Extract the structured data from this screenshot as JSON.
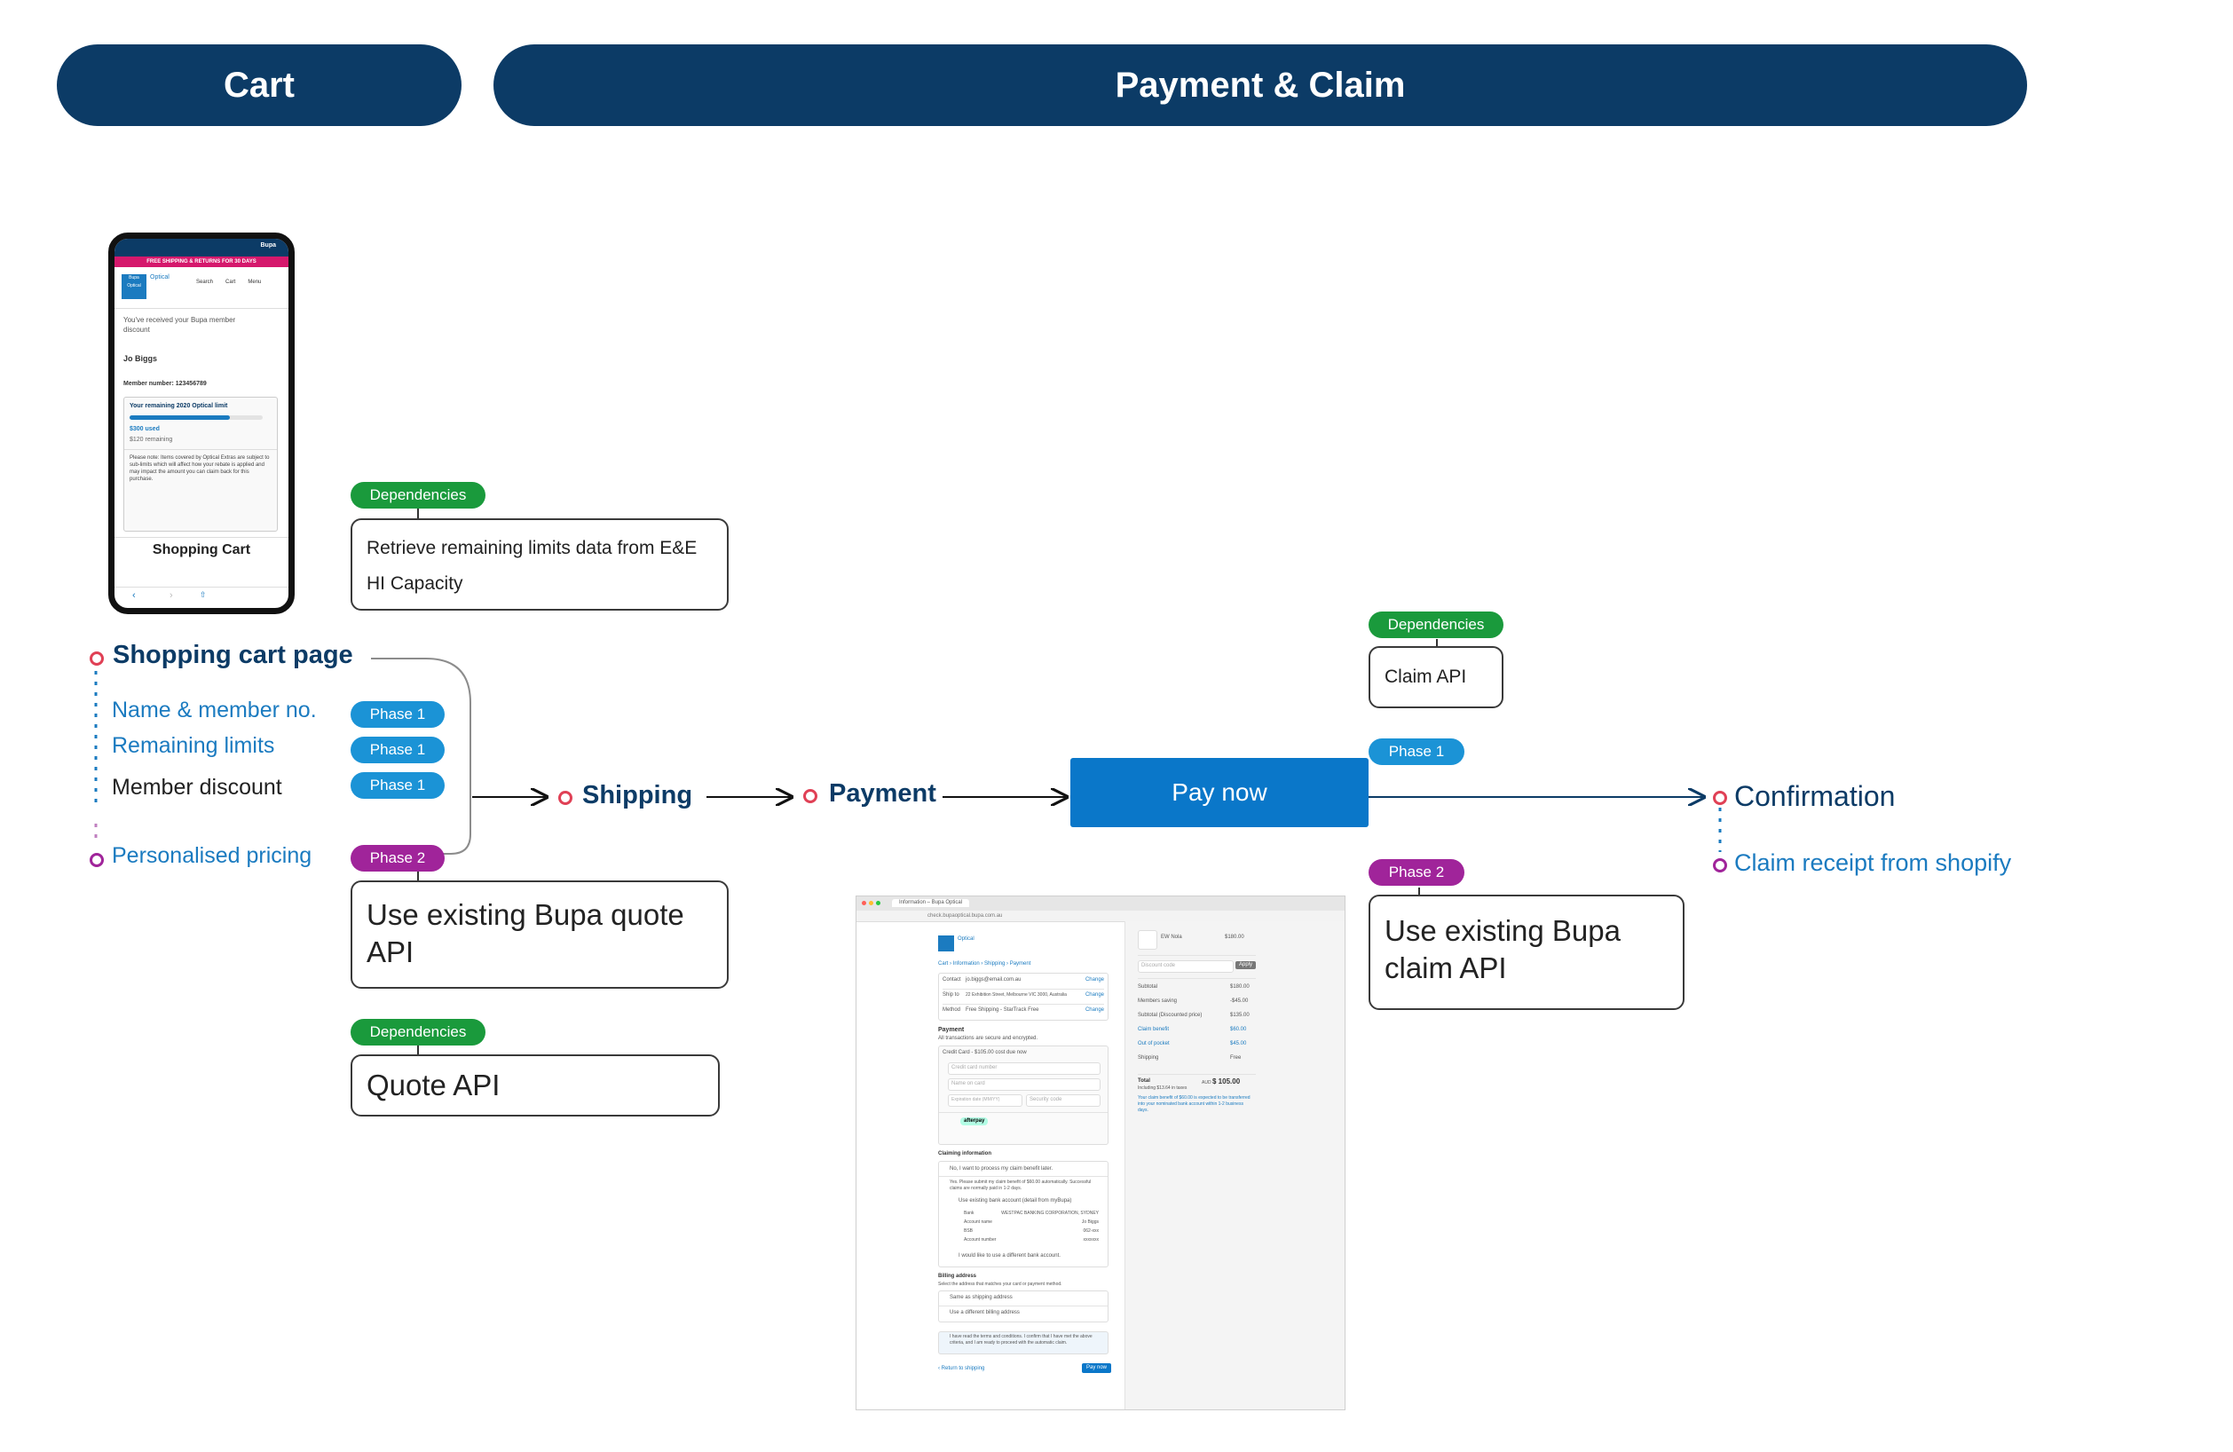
{
  "headers": {
    "cart": "Cart",
    "payment_claim": "Payment & Claim"
  },
  "phone": {
    "brand": "Bupa",
    "logo_text": "Bupa Optical",
    "optical": "Optical",
    "banner": "FREE SHIPPING & RETURNS FOR 30 DAYS",
    "nav": [
      "Search",
      "Cart",
      "Menu"
    ],
    "discount_msg": "You've received your Bupa member discount",
    "member_name": "Jo Biggs",
    "member_number": "Member number: 123456789",
    "limit_title": "Your remaining 2020 Optical limit",
    "used": "$300 used",
    "remaining": "$120 remaining",
    "limit_used_fraction": 0.75,
    "note": "Please note: Items covered by Optical Extras are subject to sub-limits which will affect how your rebate is applied and may impact the amount you can claim back for this purchase.",
    "caption": "Shopping Cart"
  },
  "cart_flow": {
    "title": "Shopping cart page",
    "items": [
      {
        "label": "Name & member no.",
        "phase": "Phase 1"
      },
      {
        "label": "Remaining limits",
        "phase": "Phase 1"
      },
      {
        "label": "Member discount",
        "phase": "Phase 1"
      },
      {
        "label": "Personalised pricing",
        "phase": "Phase 2"
      }
    ]
  },
  "dependencies_label": "Dependencies",
  "boxes": {
    "limits": "Retrieve remaining limits data from E&E HI Capacity",
    "quote_existing": "Use existing Bupa quote API",
    "quote_api": "Quote API",
    "claim_api": "Claim API",
    "claim_existing": "Use existing Bupa claim API"
  },
  "steps": {
    "shipping": "Shipping",
    "payment": "Payment",
    "pay_now": "Pay now",
    "confirmation": "Confirmation",
    "claim_receipt": "Claim receipt from shopify"
  },
  "phases": {
    "p1": "Phase 1",
    "p2": "Phase 2"
  },
  "checkout": {
    "tab": "Information – Bupa Optical",
    "url": "check.bupaoptical.bupa.com.au",
    "breadcrumb": "Cart  ›  Information  ›  Shipping  ›  Payment",
    "contact_label": "Contact",
    "contact": "jo.biggs@email.com.au",
    "ship_label": "Ship to",
    "ship_to": "22 Exhibition Street, Melbourne VIC 3000, Australia",
    "method_label": "Method",
    "method": "Free Shipping - StarTrack Free",
    "change": "Change",
    "payment_title": "Payment",
    "payment_sub": "All transactions are secure and encrypted.",
    "credit_card": "Credit Card - $105.00 cost due now",
    "card_number": "Credit card number",
    "name_on_card": "Name on card",
    "expiry": "Expiration date (MM/YY)",
    "security": "Security code",
    "afterpay": "afterpay",
    "claiming_title": "Claiming information",
    "claim_no": "No, I want to process my claim benefit later.",
    "claim_yes": "Yes. Please submit my claim benefit of $60.00 automatically. Successful claims are normally paid in 1-2 days.",
    "existing_bank": "Use existing bank account (detail from myBupa)",
    "bank_rows": [
      [
        "Bank",
        "WESTPAC BANKING CORPORATION, SYDNEY"
      ],
      [
        "Account name",
        "Jo Biggs"
      ],
      [
        "BSB",
        "062-xxx"
      ],
      [
        "Account number",
        "xxxxxxx"
      ]
    ],
    "different_bank": "I would like to use a different bank account.",
    "billing_title": "Billing address",
    "billing_sub": "Select the address that matches your card or payment method.",
    "billing_same": "Same as shipping address",
    "billing_diff": "Use a different billing address",
    "terms": "I have read the terms and conditions. I confirm that I have met the above criteria, and I am ready to proceed with the automatic claim.",
    "return": "‹ Return to shipping",
    "pay_btn": "Pay now",
    "product": "EW Nola",
    "product_price": "$180.00",
    "discount_placeholder": "Discount code",
    "apply": "Apply",
    "summary": [
      [
        "Subtotal",
        "$180.00"
      ],
      [
        "Members saving",
        "-$45.00"
      ],
      [
        "Subtotal (Discounted price)",
        "$135.00"
      ],
      [
        "Claim benefit",
        "$60.00"
      ],
      [
        "Out of pocket",
        "$45.00"
      ],
      [
        "Shipping",
        "Free"
      ]
    ],
    "total_label": "Total",
    "total_sub": "Including $13.64 in taxes",
    "total_currency": "AUD",
    "total": "$ 105.00",
    "claim_note": "Your claim benefit of $60.00 is expected to be transferred into your nominated bank account within 1-2 business days."
  }
}
